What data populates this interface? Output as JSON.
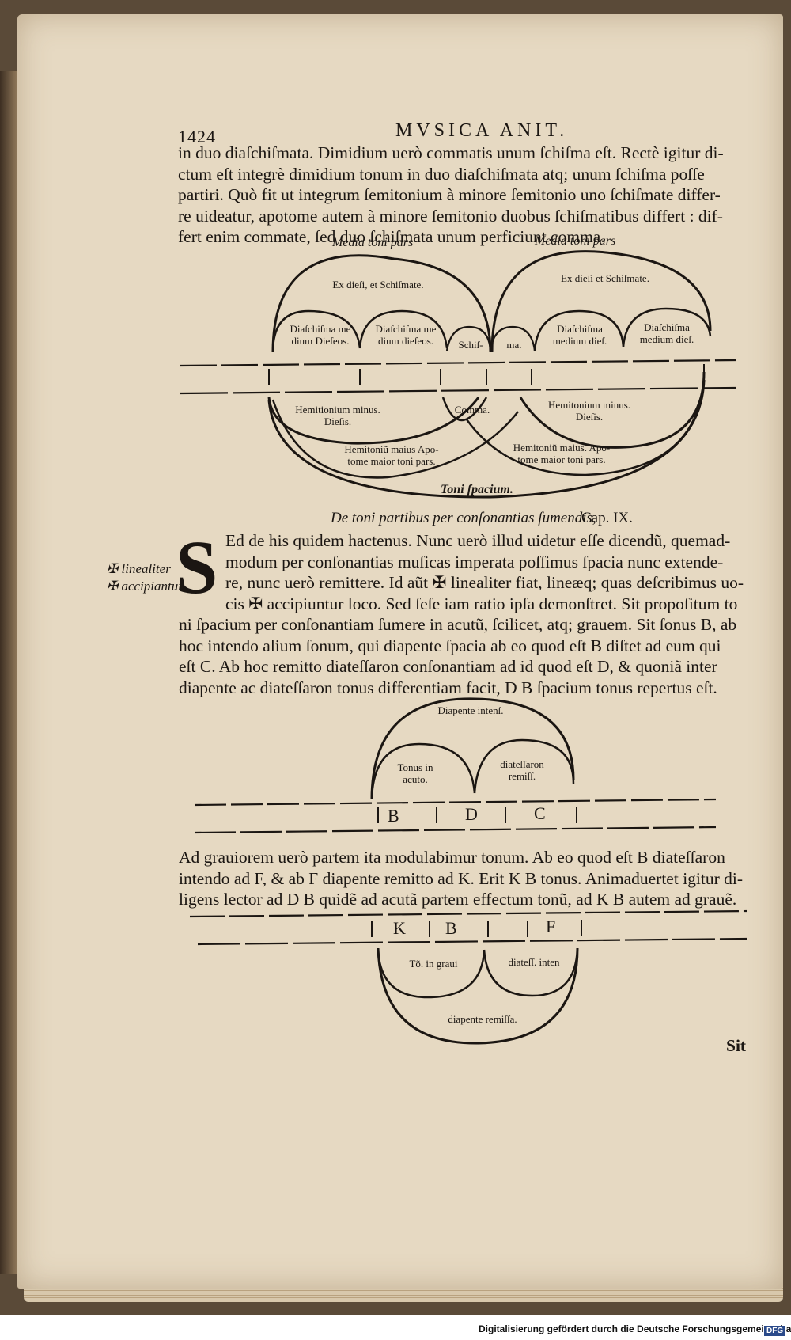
{
  "page": {
    "folio": "1424",
    "running_head": "MVSICA ANIT.",
    "catchword": "Sit"
  },
  "text": {
    "para1": [
      "in duo diaſchiſmata. Dimidium uerò commatis unum ſchiſma eſt. Rectè igitur di-",
      "ctum eſt integrè dimidium tonum in duo diaſchiſmata atq; unum ſchiſma poſſe",
      "partiri. Quò fit ut integrum ſemitonium à minore ſemitonio uno ſchiſmate differ-",
      "re uideatur, apotome autem à minore ſemitonio duobus ſchiſmatibus differt : dif-",
      "fert enim commate, ſed duo ſchiſmata unum perficiunt comma."
    ],
    "chapter_heading": "De toni partibus per conſonantias ſumendis,",
    "chapter_number": "Cap. IX.",
    "drop_cap": "S",
    "para2": [
      "Ed de his quidem hactenus. Nunc uerò illud uidetur eſſe dicendũ, quemad-",
      "modum per conſonantias muſicas imperata poſſimus ſpacia nunc extende-",
      "re, nunc uerò remittere. Id aũt ✠ linealiter fiat, lineæq; quas deſcribimus uo-",
      "cis ✠ accipiuntur loco. Sed ſeſe iam ratio ipſa demonſtret. Sit propoſitum to",
      "ni ſpacium per conſonantiam ſumere in acutũ, ſcilicet, atq; grauem. Sit ſonus B, ab",
      "hoc intendo alium ſonum, qui diapente ſpacia ab eo quod eſt B diſtet ad eum qui",
      "eſt C. Ab hoc remitto diateſſaron conſonantiam ad id quod eſt D, & quoniã inter",
      "diapente ac diateſſaron tonus differentiam facit, D B ſpacium tonus repertus eſt."
    ],
    "margin_note": [
      "✠ linealiter",
      "✠ accipiantur"
    ],
    "para3": [
      "Ad grauiorem uerò partem ita modulabimur tonum. Ab eo quod eſt B diateſſaron",
      "intendo ad F, & ab F diapente remitto ad K. Erit K B tonus. Animaduertet igitur di-",
      "ligens lector ad D B quidẽ ad acutã partem effectum tonũ, ad K B autem ad grauẽ."
    ]
  },
  "diagram1": {
    "top_left_caption": "Media toni pars",
    "top_right_caption": "Media toni pars",
    "arc_ex_diesi_left": "Ex dieſi, et Schiſmate.",
    "arc_ex_diesi_right": "Ex dieſi et Schiſmate.",
    "arc_diaschisma_1": "Diaſchiſma me dium Dieſeos.",
    "arc_diaschisma_2": "Diaſchiſma me dium dieſeos.",
    "arc_schis": "Schiſ-",
    "arc_ma": "ma.",
    "arc_diaschisma_3": "Diaſchiſma medium dieſ.",
    "arc_diaschisma_4": "Diaſchiſma medium dieſ.",
    "arc_hemitonium_minus_left": "Hemitionium minus. Dieſis.",
    "arc_comma": "Comma.",
    "arc_hemitonium_minus_right": "Hemitonium minus. Dieſis.",
    "arc_apotome_left": "Hemitoniũ maius Apo- tome maior toni pars.",
    "arc_apotome_right": "Hemitoniũ maius. Apo- tome maior toni pars.",
    "arc_toni_spacium": "Toni ſpacium."
  },
  "diagram2": {
    "arc_top": "Diapente intenſ.",
    "arc_left": "Tonus in acuto.",
    "arc_right": "diateſſaron remiſſ.",
    "letters": [
      "B",
      "D",
      "C"
    ]
  },
  "diagram3": {
    "letters": [
      "K",
      "B",
      "F"
    ],
    "arc_left": "Tõ. in graui",
    "arc_right": "diateſſ. inten",
    "arc_bottom": "diapente remiſſa."
  },
  "footer": {
    "text": "Digitalisierung gefördert durch die Deutsche Forschungsgemeinschaft",
    "logo": "DFG"
  }
}
